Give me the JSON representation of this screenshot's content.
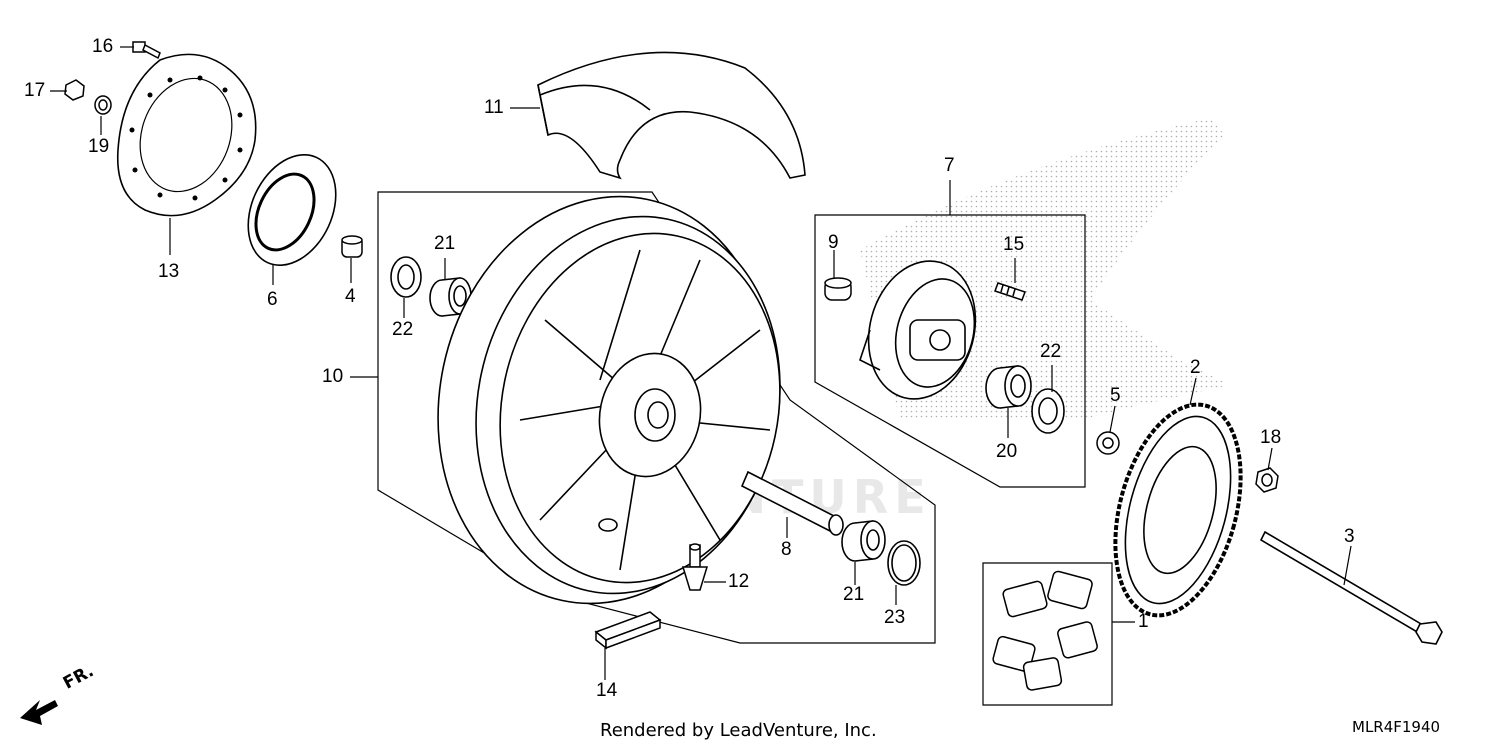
{
  "watermark": "LEADVENTURE",
  "orientation_label": "FR.",
  "footer": {
    "credit": "Rendered by LeadVenture, Inc.",
    "diagram_code": "MLR4F1940"
  },
  "callouts": [
    {
      "id": "c1",
      "text": "1"
    },
    {
      "id": "c2",
      "text": "2"
    },
    {
      "id": "c3",
      "text": "3"
    },
    {
      "id": "c4",
      "text": "4"
    },
    {
      "id": "c5",
      "text": "5"
    },
    {
      "id": "c6",
      "text": "6"
    },
    {
      "id": "c7",
      "text": "7"
    },
    {
      "id": "c8",
      "text": "8"
    },
    {
      "id": "c9",
      "text": "9"
    },
    {
      "id": "c10",
      "text": "10"
    },
    {
      "id": "c11",
      "text": "11"
    },
    {
      "id": "c12",
      "text": "12"
    },
    {
      "id": "c13",
      "text": "13"
    },
    {
      "id": "c14",
      "text": "14"
    },
    {
      "id": "c15",
      "text": "15"
    },
    {
      "id": "c16",
      "text": "16"
    },
    {
      "id": "c17",
      "text": "17"
    },
    {
      "id": "c18",
      "text": "18"
    },
    {
      "id": "c19",
      "text": "19"
    },
    {
      "id": "c20",
      "text": "20"
    },
    {
      "id": "c21a",
      "text": "21"
    },
    {
      "id": "c21b",
      "text": "21"
    },
    {
      "id": "c22a",
      "text": "22"
    },
    {
      "id": "c22b",
      "text": "22"
    },
    {
      "id": "c23",
      "text": "23"
    }
  ]
}
